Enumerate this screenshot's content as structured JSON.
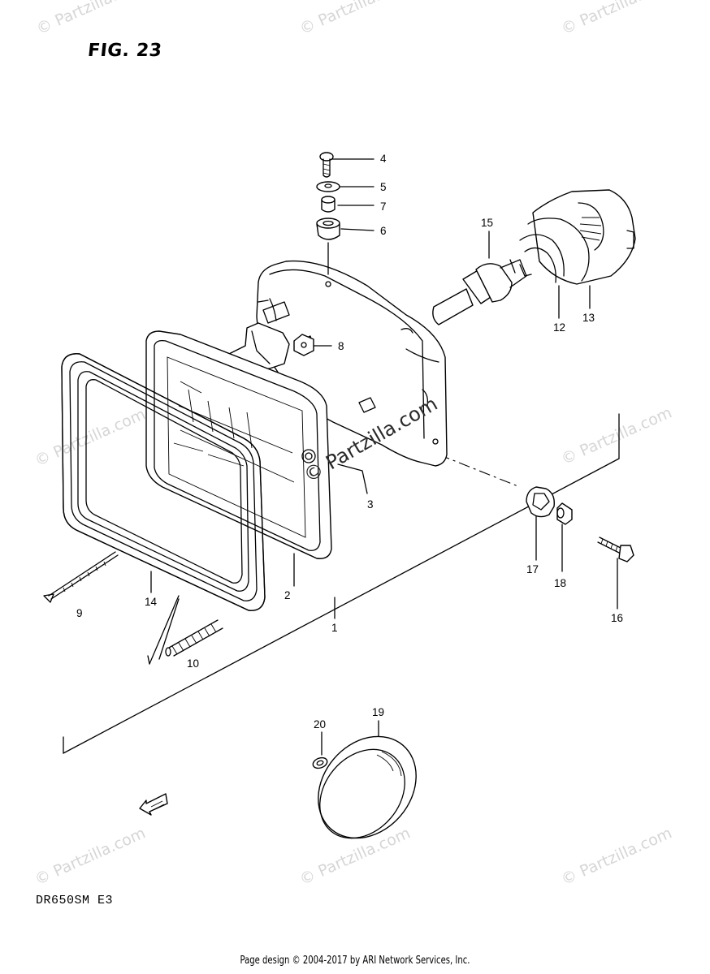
{
  "figure": {
    "title": "FIG. 23",
    "model": "DR650SM  E3"
  },
  "footer": "Page design © 2004-2017 by ARI Network Services, Inc.",
  "watermark": {
    "text": "© Partzilla.com",
    "center_text": "© Partzilla.com"
  },
  "callouts": {
    "c1": "1",
    "c2": "2",
    "c3": "3",
    "c4": "4",
    "c5": "5",
    "c6": "6",
    "c7": "7",
    "c8": "8",
    "c9": "9",
    "c10": "10",
    "c12": "12",
    "c13": "13",
    "c14": "14",
    "c15": "15",
    "c16": "16",
    "c17": "17",
    "c18": "18",
    "c19": "19",
    "c20": "20"
  },
  "colors": {
    "line": "#000000",
    "watermark": "#d6d6d6",
    "background": "#ffffff"
  }
}
